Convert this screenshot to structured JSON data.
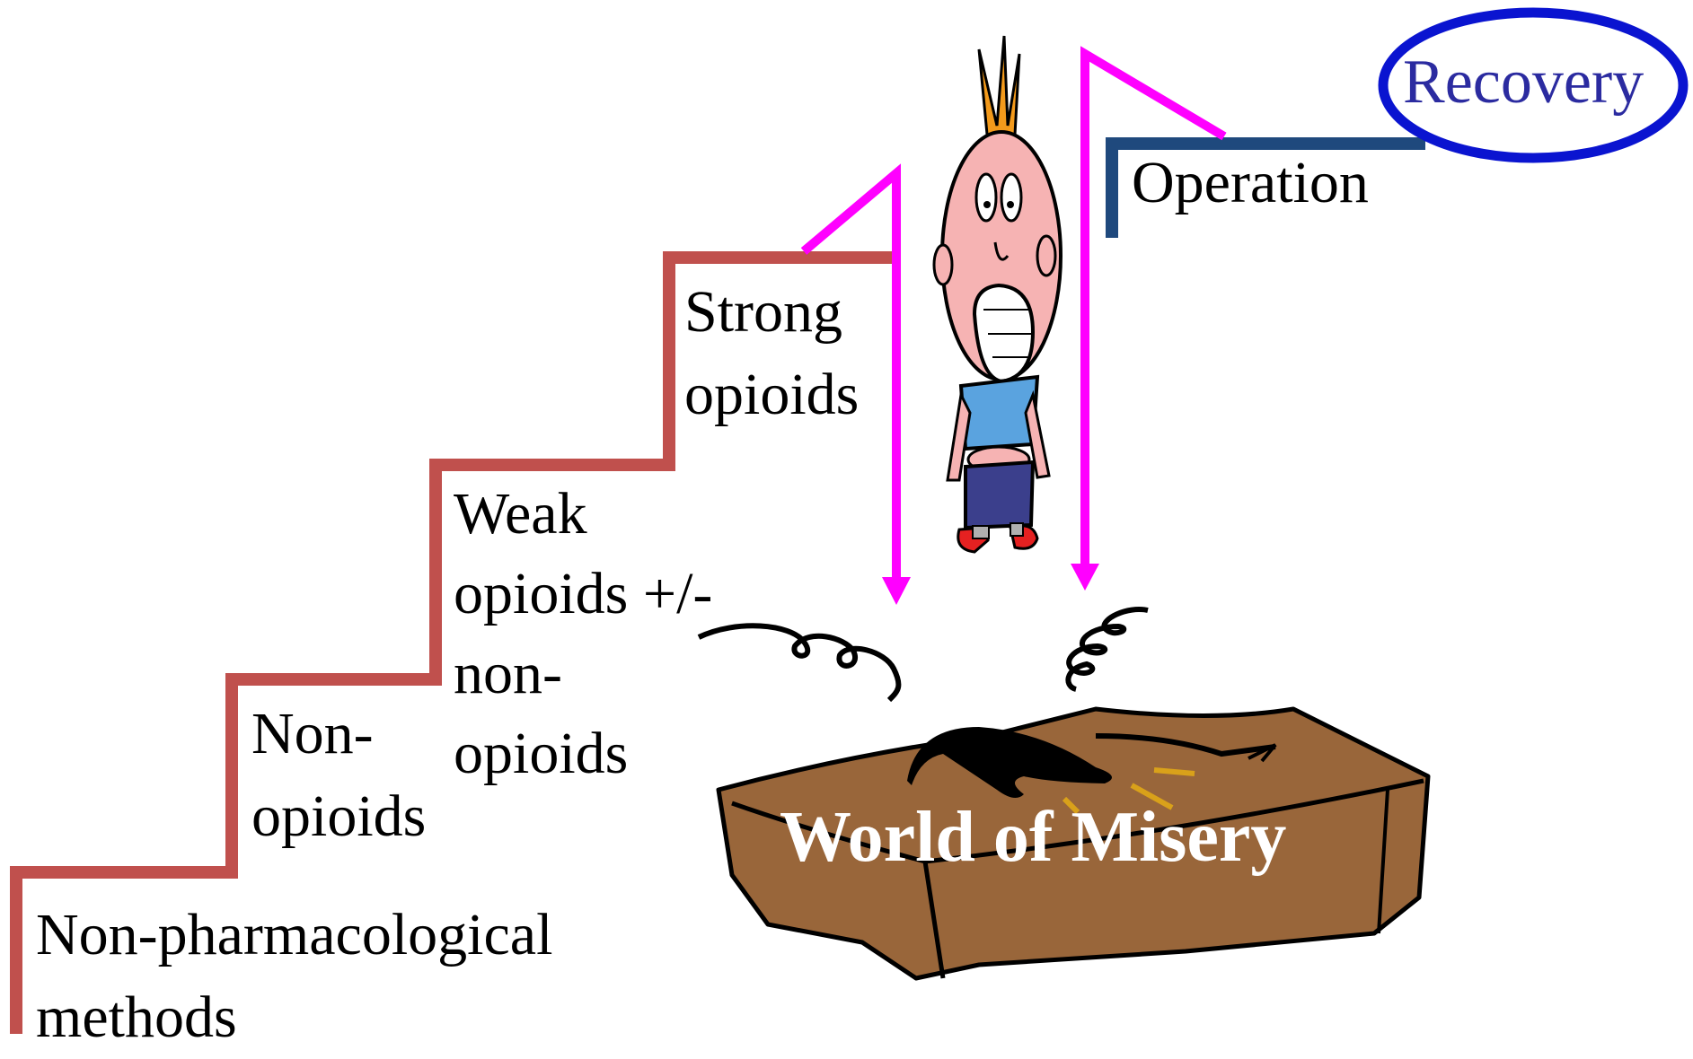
{
  "steps": {
    "step1": "Non-pharmacological",
    "step1_line2": "methods",
    "step2": "Non-",
    "step2_line2": "opioids",
    "step3": "Weak",
    "step3_line2": "opioids +/-",
    "step3_line3": "non-",
    "step3_line4": "opioids",
    "step4": "Strong",
    "step4_line2": "opioids"
  },
  "operation": "Operation",
  "recovery": "Recovery",
  "misery": "World of Misery",
  "colors": {
    "stair": "#c0504d",
    "arrow": "#ff00ff",
    "operation_line": "#1f497d",
    "recovery_ellipse": "#0a14d0",
    "recovery_text": "#2b2ba0",
    "table": "#99663a"
  }
}
